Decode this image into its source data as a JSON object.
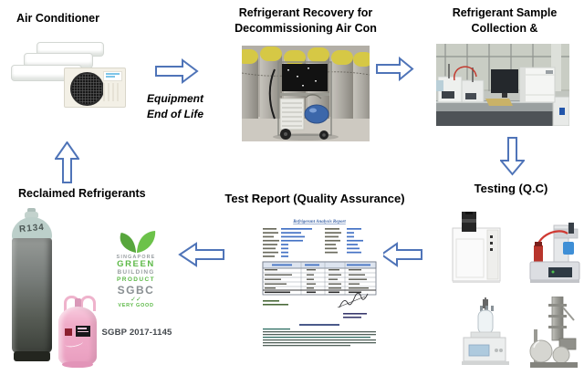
{
  "flow": {
    "air_conditioner": {
      "title": "Air Conditioner"
    },
    "equipment_end_of_life": {
      "line1": "Equipment",
      "line2": "End of Life"
    },
    "recovery": {
      "line1": "Refrigerant Recovery for",
      "line2": "Decommissioning Air Con"
    },
    "sample_collection": {
      "line1": "Refrigerant Sample",
      "line2": "Collection &"
    },
    "testing": {
      "title": "Testing (Q.C)"
    },
    "test_report": {
      "title": "Test Report (Quality Assurance)",
      "document_heading": "Refrigerant Analysis Report"
    },
    "reclaimed": {
      "title": "Reclaimed Refrigerants"
    }
  },
  "reclaimed_items": {
    "cylinder_label": "R134",
    "certificate_code": "SGBP 2017-1145",
    "sgbc_logo": {
      "country": "SINGAPORE",
      "word_green": "GREEN",
      "word_building": "BUILDING",
      "word_product": "PRODUCT",
      "org": "SGBC",
      "checks": "✓✓",
      "rating": "VERY GOOD"
    }
  },
  "colors": {
    "arrow_stroke": "#4f74b8",
    "logo_green": "#5cb947",
    "logo_gray": "#999fa2",
    "cylinder_yellow_top": "#d6c845",
    "motor_blue": "#3c67aa"
  }
}
